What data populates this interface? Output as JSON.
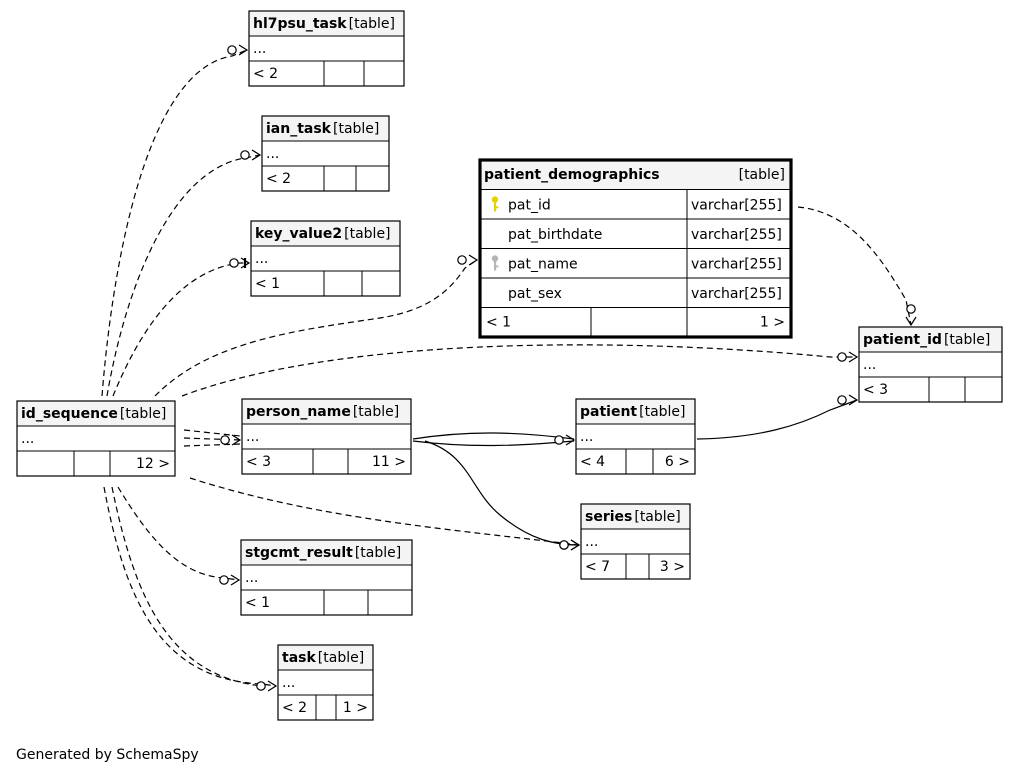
{
  "footer": "Generated by SchemaSpy",
  "key_colors": {
    "primary_key": "#e6d200",
    "foreign_key": "#b5b5b5"
  },
  "tables": {
    "hl7psu_task": {
      "name": "hl7psu_task",
      "tag": "[table]",
      "ellipsis": "...",
      "counts": [
        "< 2",
        "",
        ""
      ]
    },
    "ian_task": {
      "name": "ian_task",
      "tag": "[table]",
      "ellipsis": "...",
      "counts": [
        "< 2",
        "",
        ""
      ]
    },
    "key_value2": {
      "name": "key_value2",
      "tag": "[table]",
      "ellipsis": "...",
      "counts": [
        "< 1",
        "",
        ""
      ]
    },
    "patient_demographics": {
      "name": "patient_demographics",
      "tag": "[table]",
      "columns": [
        {
          "name": "pat_id",
          "type": "varchar[255]",
          "key": "primary"
        },
        {
          "name": "pat_birthdate",
          "type": "varchar[255]",
          "key": ""
        },
        {
          "name": "pat_name",
          "type": "varchar[255]",
          "key": "foreign"
        },
        {
          "name": "pat_sex",
          "type": "varchar[255]",
          "key": ""
        }
      ],
      "counts": [
        "< 1",
        "",
        "1 >"
      ]
    },
    "patient_id": {
      "name": "patient_id",
      "tag": "[table]",
      "ellipsis": "...",
      "counts": [
        "< 3",
        "",
        ""
      ]
    },
    "id_sequence": {
      "name": "id_sequence",
      "tag": "[table]",
      "ellipsis": "...",
      "counts": [
        "",
        "",
        "12 >"
      ]
    },
    "person_name": {
      "name": "person_name",
      "tag": "[table]",
      "ellipsis": "...",
      "counts": [
        "< 3",
        "",
        "11 >"
      ]
    },
    "patient": {
      "name": "patient",
      "tag": "[table]",
      "ellipsis": "...",
      "counts": [
        "< 4",
        "",
        "6 >"
      ]
    },
    "series": {
      "name": "series",
      "tag": "[table]",
      "ellipsis": "...",
      "counts": [
        "< 7",
        "",
        "3 >"
      ]
    },
    "stgcmt_result": {
      "name": "stgcmt_result",
      "tag": "[table]",
      "ellipsis": "...",
      "counts": [
        "< 1",
        "",
        ""
      ]
    },
    "task": {
      "name": "task",
      "tag": "[table]",
      "ellipsis": "...",
      "counts": [
        "< 2",
        "",
        "1 >"
      ]
    }
  },
  "relationships": [
    {
      "from": "id_sequence",
      "to": "hl7psu_task",
      "style": "implied"
    },
    {
      "from": "id_sequence",
      "to": "ian_task",
      "style": "implied"
    },
    {
      "from": "id_sequence",
      "to": "key_value2",
      "style": "implied"
    },
    {
      "from": "id_sequence",
      "to": "patient_demographics",
      "style": "implied"
    },
    {
      "from": "id_sequence",
      "to": "patient_id",
      "style": "implied"
    },
    {
      "from": "id_sequence",
      "to": "person_name",
      "style": "implied"
    },
    {
      "from": "id_sequence",
      "to": "series",
      "style": "implied"
    },
    {
      "from": "id_sequence",
      "to": "stgcmt_result",
      "style": "implied"
    },
    {
      "from": "id_sequence",
      "to": "task",
      "style": "implied"
    },
    {
      "from": "patient_demographics",
      "to": "patient_id",
      "style": "implied"
    },
    {
      "from": "person_name",
      "to": "patient",
      "style": "solid"
    },
    {
      "from": "person_name",
      "to": "series",
      "style": "solid"
    },
    {
      "from": "patient",
      "to": "patient_id",
      "style": "solid"
    }
  ]
}
